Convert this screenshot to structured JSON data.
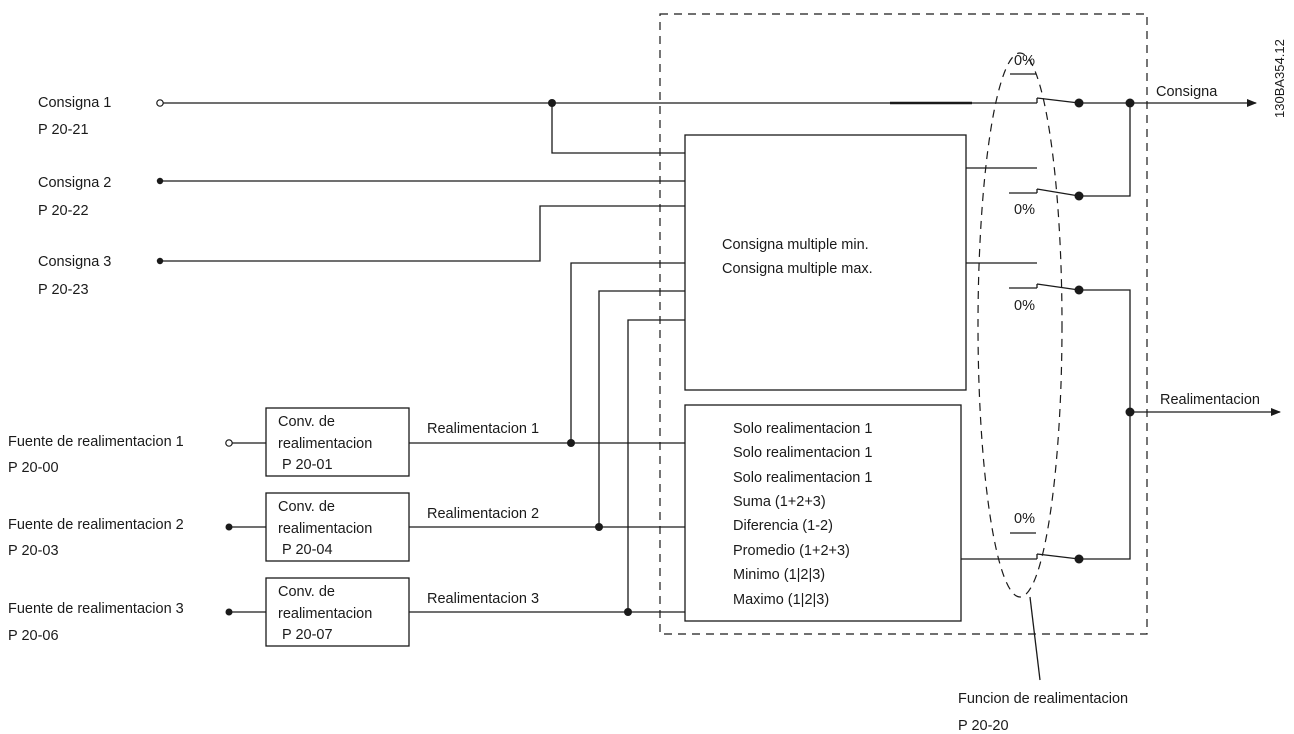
{
  "doc_id": "130BA354.12",
  "inputs": {
    "setpoint1": {
      "label": "Consigna 1",
      "param": "P 20-21"
    },
    "setpoint2": {
      "label": "Consigna 2",
      "param": "P 20-22"
    },
    "setpoint3": {
      "label": "Consigna 3",
      "param": "P 20-23"
    }
  },
  "feedback_sources": [
    {
      "label": "Fuente de realimentacion 1",
      "param": "P 20-00",
      "conv_l1": "Conv. de",
      "conv_l2": "realimentacion",
      "conv_param": "P 20-01",
      "line_label": "Realimentacion 1"
    },
    {
      "label": "Fuente de realimentacion 2",
      "param": "P 20-03",
      "conv_l1": "Conv. de",
      "conv_l2": "realimentacion",
      "conv_param": "P 20-04",
      "line_label": "Realimentacion 2"
    },
    {
      "label": "Fuente de realimentacion 3",
      "param": "P 20-06",
      "conv_l1": "Conv. de",
      "conv_l2": "realimentacion",
      "conv_param": "P 20-07",
      "line_label": "Realimentacion 3"
    }
  ],
  "multi_setpoint_box": {
    "line1": "Consigna multiple min.",
    "line2": "Consigna multiple max."
  },
  "feedback_function_box": {
    "options": [
      "Solo realimentacion 1",
      "Solo realimentacion 1",
      "Solo realimentacion 1",
      "Suma (1+2+3)",
      "Diferencia (1-2)",
      "Promedio (1+2+3)",
      "Minimo (1|2|3)",
      "Maximo (1|2|3)"
    ]
  },
  "switch_labels": {
    "s1": "0%",
    "s2": "0%",
    "s3": "0%",
    "s4": "0%"
  },
  "outputs": {
    "setpoint": "Consigna",
    "feedback": "Realimentacion"
  },
  "function_label": {
    "title": "Funcion de realimentacion",
    "param": "P 20-20"
  }
}
